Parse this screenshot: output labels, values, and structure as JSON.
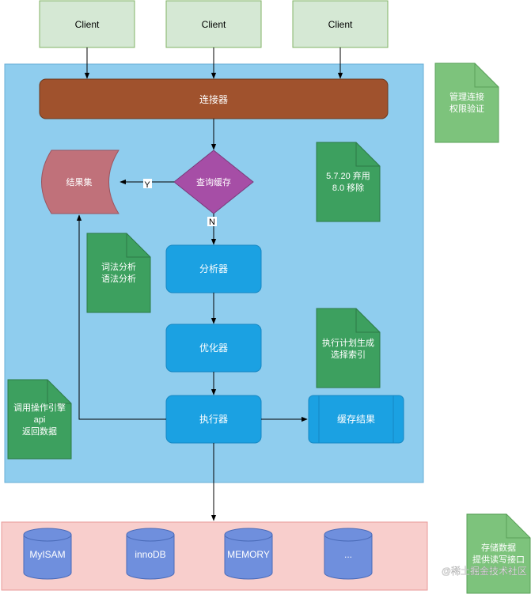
{
  "clients": [
    "Client",
    "Client",
    "Client"
  ],
  "connector": {
    "label": "连接器"
  },
  "query_cache": {
    "label": "查询缓存"
  },
  "result_set": {
    "label": "结果集"
  },
  "edge_labels": {
    "yes": "Y",
    "no": "N"
  },
  "analyzer": {
    "label": "分析器"
  },
  "optimizer": {
    "label": "优化器"
  },
  "executor": {
    "label": "执行器"
  },
  "cache_result": {
    "label": "缓存结果"
  },
  "notes": {
    "connection": [
      "管理连接",
      "权限验证"
    ],
    "cache_removed": [
      "5.7.20 弃用",
      "8.0 移除"
    ],
    "parse": [
      "词法分析",
      "语法分析"
    ],
    "plan": [
      "执行计划生成",
      "选择索引"
    ],
    "engine_api": [
      "调用操作引擎",
      "api",
      "返回数据"
    ],
    "storage": [
      "存储数据",
      "提供读写接口"
    ]
  },
  "engines": [
    "MyISAM",
    "innoDB",
    "MEMORY",
    "..."
  ],
  "watermark": "@稀土掘金技术社区",
  "colors": {
    "client_fill": "#d5e8d4",
    "client_stroke": "#82b366",
    "server_fill": "#8fcdee",
    "connector_fill": "#a0522d",
    "cache_diamond": "#a64ea6",
    "result_fill": "#c0717a",
    "process_fill": "#1ba1e2",
    "note_light": "#7dc37c",
    "note_dark": "#3da05f",
    "storage_fill": "#f8cecc",
    "engine_fill": "#6f8fdd"
  }
}
